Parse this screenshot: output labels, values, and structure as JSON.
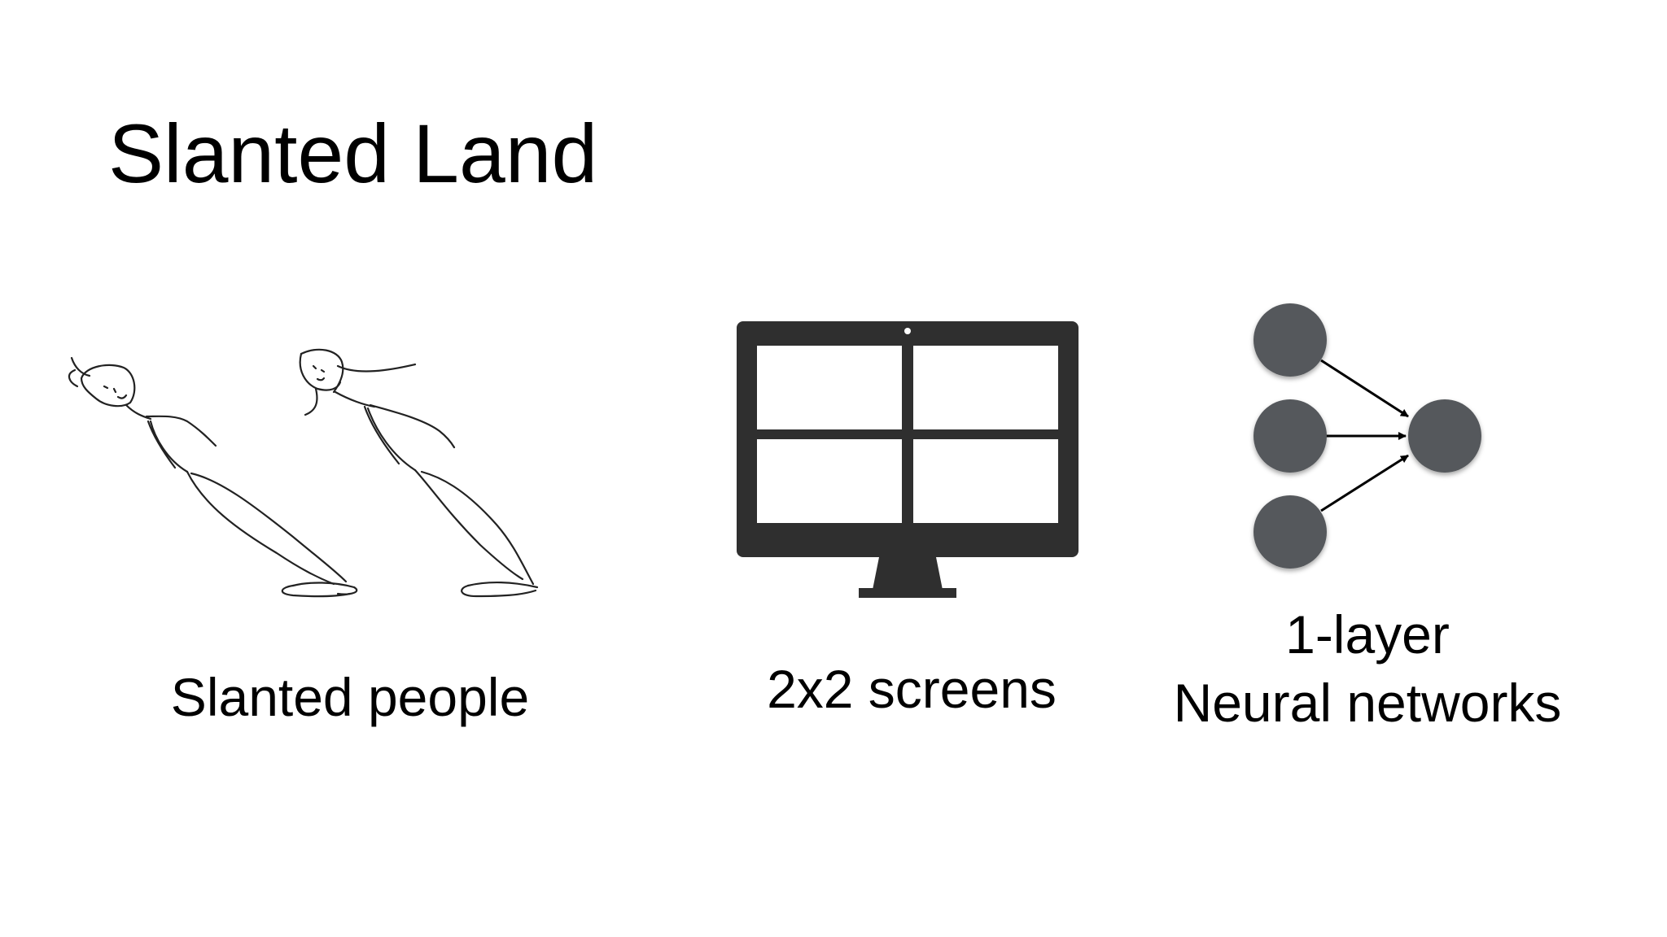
{
  "slide": {
    "title": "Slanted Land"
  },
  "panels": [
    {
      "caption": "Slanted people",
      "icon": "stick-figures-drawing"
    },
    {
      "caption": "2x2 screens",
      "icon": "monitor-icon"
    },
    {
      "caption_line1": "1-layer",
      "caption_line2": "Neural networks",
      "icon": "neural-network-diagram"
    }
  ],
  "colors": {
    "background": "#ffffff",
    "text": "#000000",
    "monitor": "#2f2f2f",
    "node": "#55585b"
  }
}
